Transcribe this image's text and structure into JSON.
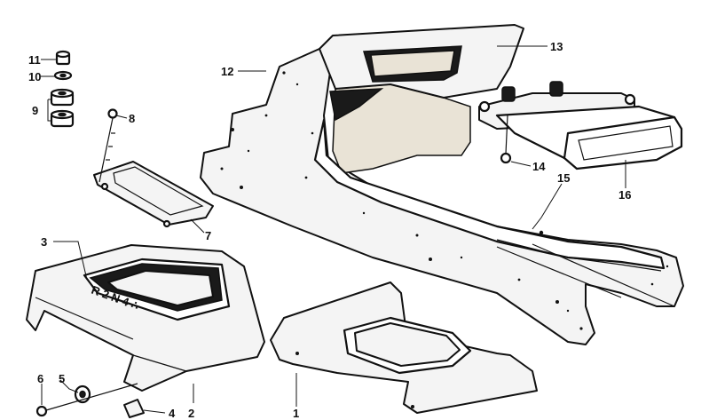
{
  "callouts": [
    {
      "id": "c1",
      "text": "1"
    },
    {
      "id": "c2",
      "text": "2"
    },
    {
      "id": "c3",
      "text": "3"
    },
    {
      "id": "c4",
      "text": "4"
    },
    {
      "id": "c5",
      "text": "5"
    },
    {
      "id": "c6",
      "text": "6"
    },
    {
      "id": "c7",
      "text": "7"
    },
    {
      "id": "c8",
      "text": "8"
    },
    {
      "id": "c9",
      "text": "9"
    },
    {
      "id": "c10",
      "text": "10"
    },
    {
      "id": "c11",
      "text": "11"
    },
    {
      "id": "c12",
      "text": "12"
    },
    {
      "id": "c13",
      "text": "13"
    },
    {
      "id": "c14",
      "text": "14"
    },
    {
      "id": "c15",
      "text": "15"
    },
    {
      "id": "c16",
      "text": "16"
    }
  ],
  "shift_pattern_text": "R 2 N 4 ∴"
}
